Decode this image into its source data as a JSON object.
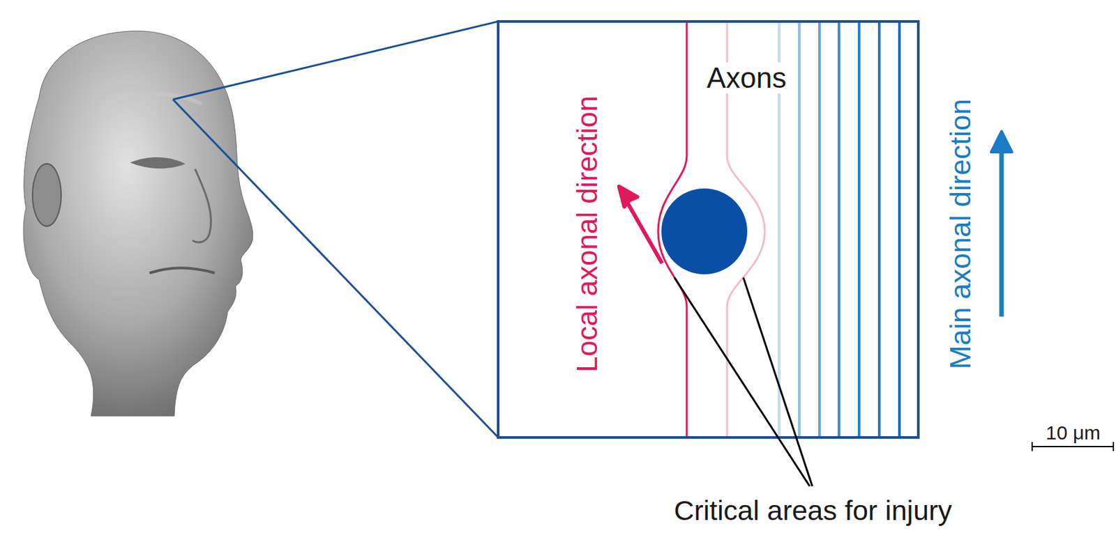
{
  "diagram": {
    "labels": [
      "Local axonal direction",
      "Axons",
      "Main axonal direction",
      "Critical areas for injury",
      "10 μm"
    ]
  }
}
